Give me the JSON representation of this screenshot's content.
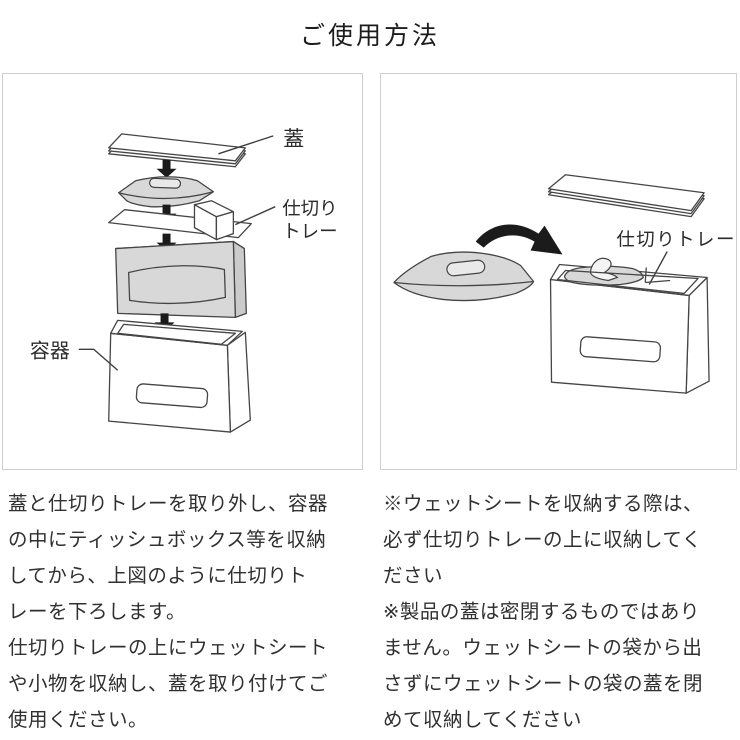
{
  "title": "ご使用方法",
  "colors": {
    "outline": "#454545",
    "shade_gray": "#d8d8d8",
    "arrow_black": "#1b1b1b",
    "panel_border": "#cfcfcf",
    "text": "#303030"
  },
  "left_panel": {
    "labels": {
      "lid": "蓋",
      "tray_line1": "仕切り",
      "tray_line2": "トレー",
      "container": "容器"
    },
    "caption": "蓋と仕切りトレーを取り外し、容器\nの中にティッシュボックス等を収納\nしてから、上図のように仕切りト\nレーを下ろします。\n仕切りトレーの上にウェットシート\nや小物を収納し、蓋を取り付けてご\n使用ください。"
  },
  "right_panel": {
    "labels": {
      "tray": "仕切りトレー"
    },
    "caption": "※ウェットシートを収納する際は、\n必ず仕切りトレーの上に収納してく\nださい\n※製品の蓋は密閉するものではあり\nません。ウェットシートの袋から出\nさずにウェットシートの袋の蓋を閉\nめて収納してください"
  }
}
